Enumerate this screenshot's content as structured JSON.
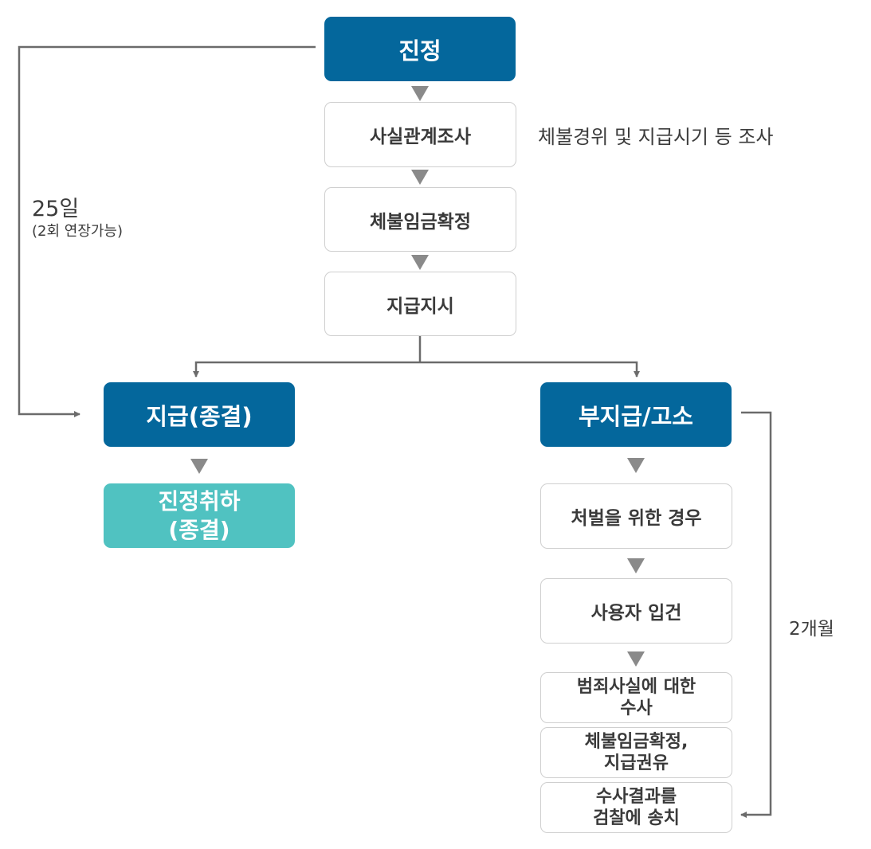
{
  "nodes": {
    "petition": "진정",
    "fact_check": "사실관계조사",
    "wage_confirm": "체불임금확정",
    "payment_order": "지급지시",
    "paid": "지급(종결)",
    "withdraw": [
      "진정취하",
      "(종결)"
    ],
    "nonpayment": "부지급/고소",
    "punish": "처벌을 위한 경우",
    "employer": "사용자 입건",
    "investigate": [
      "범죄사실에 대한",
      "수사"
    ],
    "confirm_recommend": [
      "체불임금확정,",
      "지급권유"
    ],
    "send": [
      "수사결과를",
      "검찰에 송치"
    ]
  },
  "notes": {
    "fact_note": "체불경위 및 지급시기 등 조사",
    "days": "25일",
    "days_sub": "(2회 연장가능)",
    "months": "2개월"
  },
  "colors": {
    "primary": "#04679c",
    "teal": "#50c2c1",
    "border": "#cfcfcf",
    "line": "#6b6b6b",
    "arrow": "#8a8a8a"
  }
}
